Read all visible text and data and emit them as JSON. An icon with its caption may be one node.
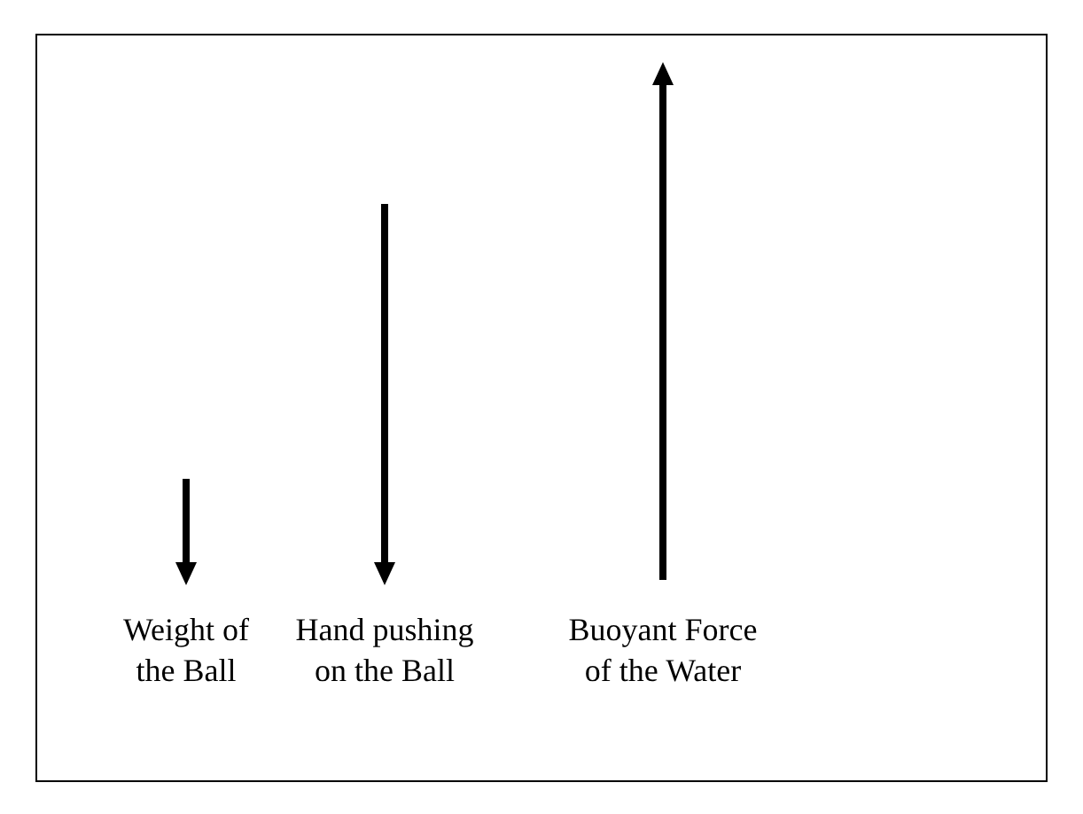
{
  "diagram": {
    "labels": [
      "Weight of the Ball",
      "Hand pushing on the Ball",
      "Buoyant Force of the Water"
    ]
  }
}
